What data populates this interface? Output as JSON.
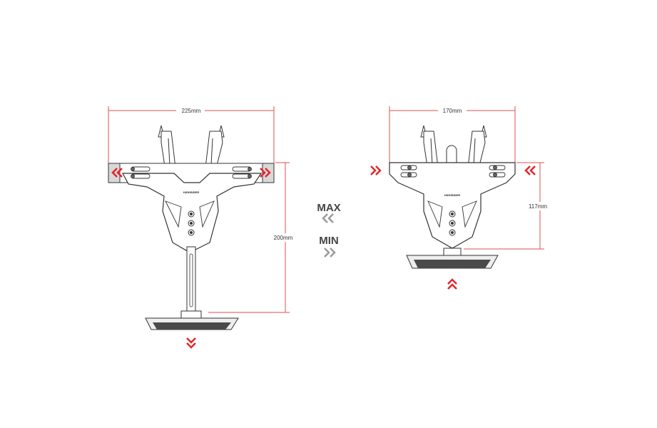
{
  "colors": {
    "dimension": "#d9534f",
    "arrow_red": "#e3262c",
    "arrow_grey": "#9a9a9a",
    "outline": "#333333",
    "plate_light": "#eeeeee",
    "plate_dark": "#4a4a4a"
  },
  "left_config": {
    "width_label": "225mm",
    "height_label": "200mm",
    "logo_text": "HIGHSIDER"
  },
  "right_config": {
    "width_label": "170mm",
    "height_label": "117mm",
    "logo_text": "HIGHSIDER"
  },
  "legend": {
    "max_label": "MAX",
    "min_label": "MIN",
    "max_icon": "double-chevron-left-icon",
    "min_icon": "double-chevron-right-icon"
  }
}
